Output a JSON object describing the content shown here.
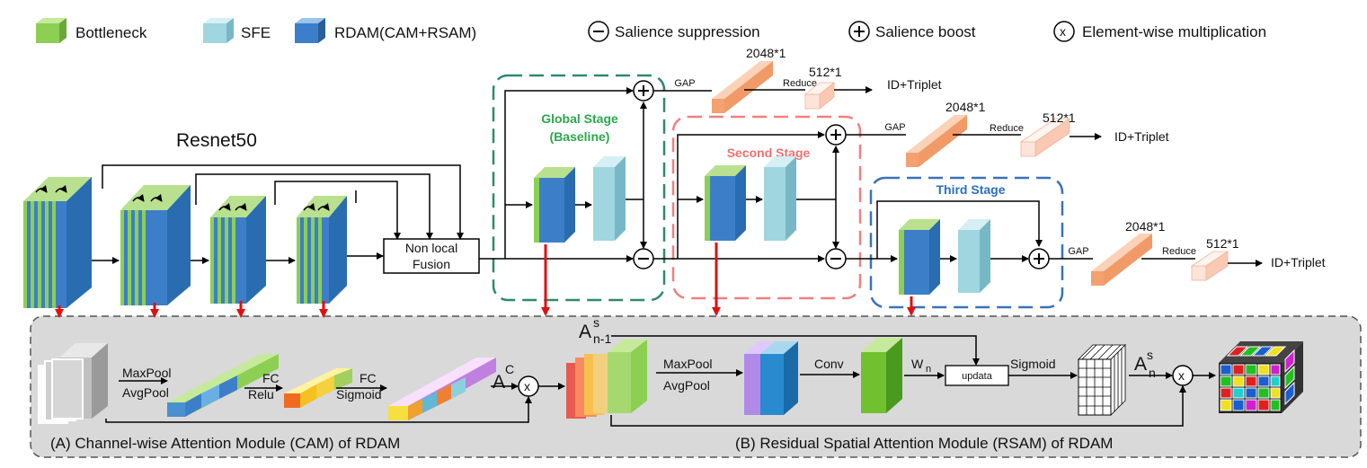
{
  "legend": {
    "bottleneck": "Bottleneck",
    "sfe": "SFE",
    "rdam": "RDAM(CAM+RSAM)",
    "suppression": "Salience suppression",
    "boost": "Salience boost",
    "multiplication": "Element-wise multiplication",
    "minus_symbol": "−",
    "plus_symbol": "+",
    "times_symbol": "x"
  },
  "backbone": {
    "title": "Resnet50",
    "fusion_line1": "Non local",
    "fusion_line2": "Fusion"
  },
  "stages": {
    "global_line1": "Global Stage",
    "global_line2": "(Baseline)",
    "second": "Second Stage",
    "third": "Third Stage"
  },
  "heads": {
    "gap": "GAP",
    "reduce": "Reduce",
    "dim_in": "2048*1",
    "dim_out": "512*1",
    "loss": "ID+Triplet"
  },
  "cam": {
    "maxpool": "MaxPool",
    "avgpool": "AvgPool",
    "fc1": "FC",
    "relu": "Relu",
    "fc2": "FC",
    "sigmoid": "Sigmoid",
    "attn_symbol": "A",
    "attn_sup": "C",
    "caption": "(A) Channel-wise  Attention Module (CAM) of RDAM"
  },
  "rsam": {
    "prev_symbol": "A",
    "prev_sup": "s",
    "prev_sub": "n-1",
    "maxpool": "MaxPool",
    "avgpool": "AvgPool",
    "conv": "Conv",
    "w_symbol": "W",
    "w_sub": "n",
    "update": "updata",
    "sigmoid": "Sigmoid",
    "out_symbol": "A",
    "out_sup": "s",
    "out_sub": "n",
    "caption": "(B) Residual Spatial Attention Module (RSAM) of RDAM"
  },
  "colors": {
    "bottleneck_green": "#8ccf52",
    "sfe_cyan": "#9fd6e0",
    "rdam_blue": "#3c7fc8",
    "global_border": "#2e8a6e",
    "global_text": "#2aa84a",
    "second_border": "#f08080",
    "second_text": "#f07070",
    "third_border": "#3a72b8",
    "third_text": "#2a6fc0",
    "arrow_red": "#e01010",
    "orange_bar": "#f4a070",
    "panel_bg": "#d9d9d9"
  }
}
